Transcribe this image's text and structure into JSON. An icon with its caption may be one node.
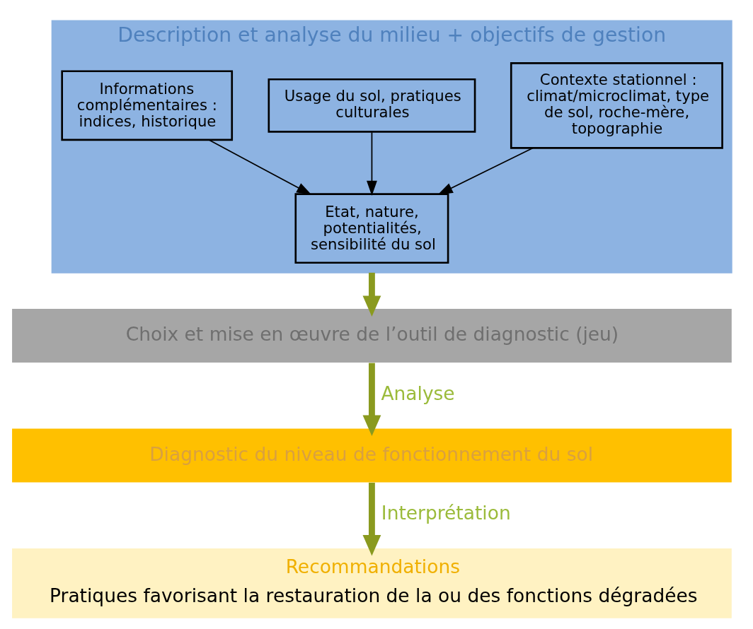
{
  "diagram": {
    "nodes": [
      {
        "text": [
          "Description et analyse du milieu + objectifs de gestion"
        ]
      },
      {
        "text": [
          "Contexte stationnel : climat/microclimat, type de sol, roche-mère, topographie"
        ],
        "in": 0
      },
      {
        "text": [
          "Usage du sol, pratiques culturales"
        ],
        "in": 0
      },
      {
        "text": [
          "Informations complémentaires : indices, historique"
        ],
        "in": 0
      },
      {
        "text": [
          "Etat, nature, potentialités, sensibilité du sol"
        ],
        "in": 0
      },
      {
        "text": [
          "Choix et mise en œuvre de l’outil de diagnostic (jeu)"
        ]
      },
      {
        "text": [
          "Diagnostic du niveau de fonctionnement du sol"
        ]
      },
      {
        "text": [
          "Recommandations",
          "Pratiques favorisant la restauration de la ou des fonctions dégradées"
        ]
      }
    ],
    "edges": [
      {
        "from": 1,
        "to": 4,
        "arrow": "to"
      },
      {
        "from": 2,
        "to": 4,
        "arrow": "to"
      },
      {
        "from": 3,
        "to": 4,
        "arrow": "to"
      },
      {
        "from": 0,
        "to": 5,
        "arrow": "to",
        "style": "thick",
        "color": "#8a9a1f"
      },
      {
        "from": 5,
        "to": 6,
        "arrow": "to",
        "label": "Analyse",
        "style": "thick",
        "color": "#8a9a1f"
      },
      {
        "from": 6,
        "to": 7,
        "arrow": "to",
        "label": "Interprétation",
        "style": "thick",
        "color": "#8a9a1f"
      }
    ]
  }
}
